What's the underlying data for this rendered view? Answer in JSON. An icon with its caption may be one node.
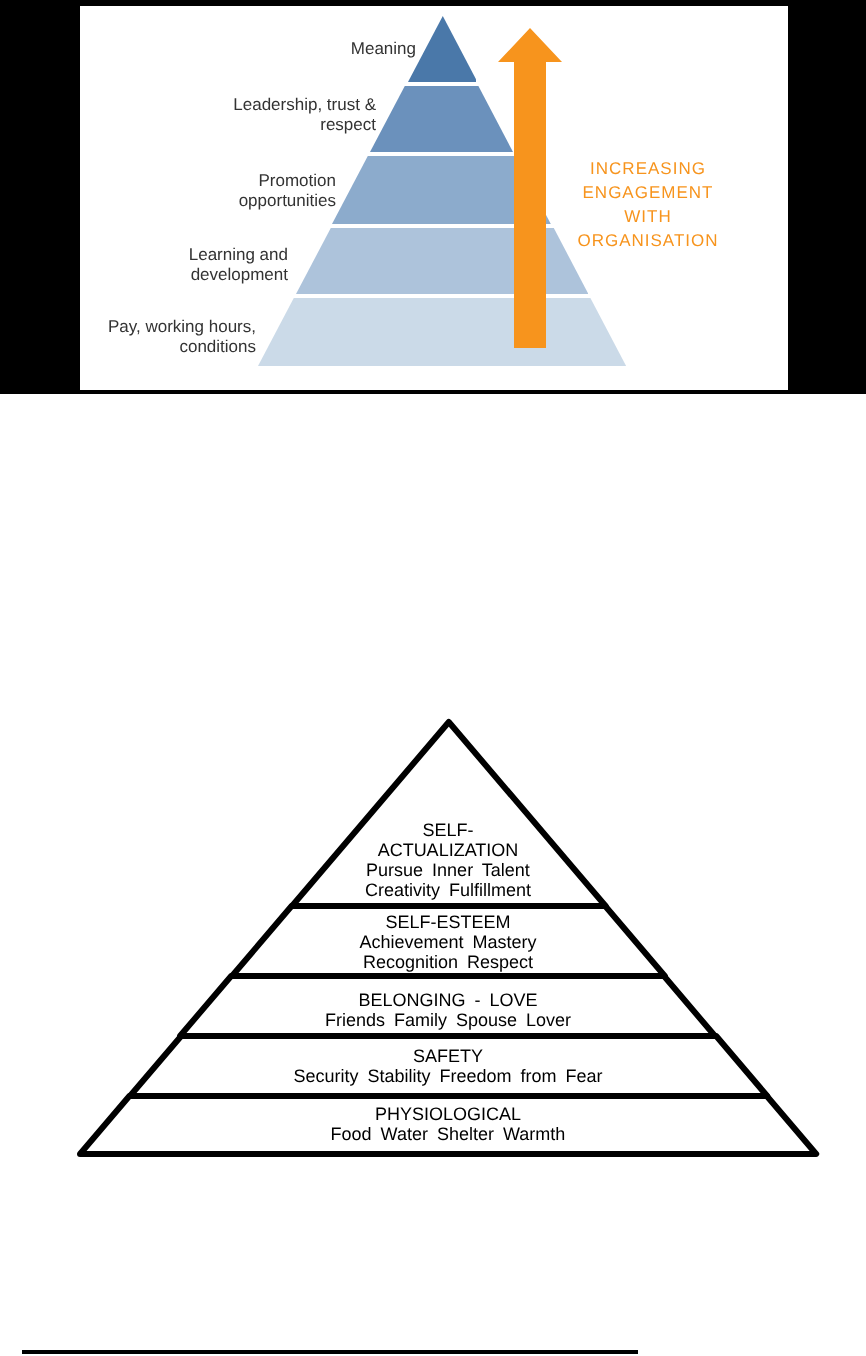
{
  "diagram": {
    "nodes": [
      {
        "text": [],
        "shape": "triangle",
        "beside": [
          "Meaning"
        ]
      },
      {
        "text": [],
        "shape": "trapezoid",
        "beside": [
          "Leadership, trust & respect"
        ]
      },
      {
        "text": [],
        "shape": "trapezoid",
        "beside": [
          "Promotion opportunities"
        ]
      },
      {
        "text": [],
        "shape": "trapezoid",
        "beside": [
          "Learning and development"
        ]
      },
      {
        "text": [],
        "shape": "trapezoid",
        "beside": [
          "Pay, working hours, conditions"
        ]
      },
      {
        "text": [
          "SELF-ACTUALIZATION",
          "Pursue Inner Talent Creativity Fulfillment"
        ]
      },
      {
        "text": [
          "SELF-ESTEEM",
          "Achievement Mastery Recognition Respect"
        ]
      },
      {
        "text": [
          "BELONGING - LOVE",
          "Friends Family Spouse Lover"
        ]
      },
      {
        "text": [
          "SAFETY",
          "Security Stability Freedom from Fear"
        ]
      },
      {
        "text": [
          "PHYSIOLOGICAL",
          "Food Water Shelter Warmth"
        ]
      }
    ],
    "labels": [
      "INCREASING ENGAGEMENT WITH ORGANISATION"
    ]
  }
}
